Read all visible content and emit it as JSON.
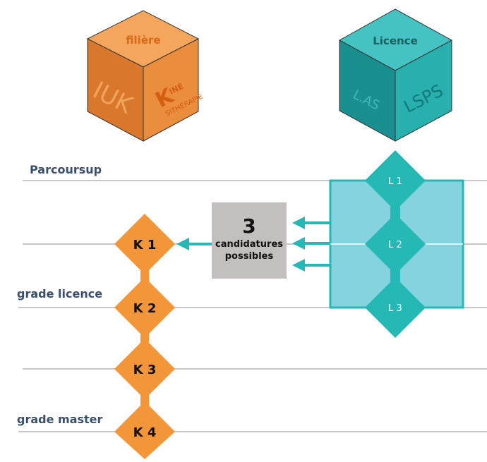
{
  "colors": {
    "orange_top": "#f3a65c",
    "orange_left": "#d9782c",
    "orange_right": "#ea8d3d",
    "orange_text": "#d96818",
    "orange_diamond": "#f39539",
    "teal_top": "#45c3c3",
    "teal_left": "#1a8f8f",
    "teal_right": "#27b0ae",
    "teal_accent": "#25b8b5",
    "teal_box": "#85d3de",
    "grey_box": "#c3bfbe",
    "line": "#c8c8c8",
    "label": "#3a506a"
  },
  "cube_left": {
    "top": "filière",
    "left": "IUK",
    "right_k": "K",
    "right_ine": "INÉ",
    "right_sub": "SITHÉRAPIE"
  },
  "cube_right": {
    "top": "Licence",
    "left": "L.AS",
    "right": "LSPS"
  },
  "levels": {
    "parcoursup": "Parcoursup",
    "grade_licence": "grade licence",
    "grade_master": "grade master"
  },
  "k_nodes": [
    "K 1",
    "K 2",
    "K 3",
    "K 4"
  ],
  "l_nodes": [
    "L 1",
    "L 2",
    "L 3"
  ],
  "candidatures": {
    "number": "3",
    "line1": "candidatures",
    "line2": "possibles"
  }
}
